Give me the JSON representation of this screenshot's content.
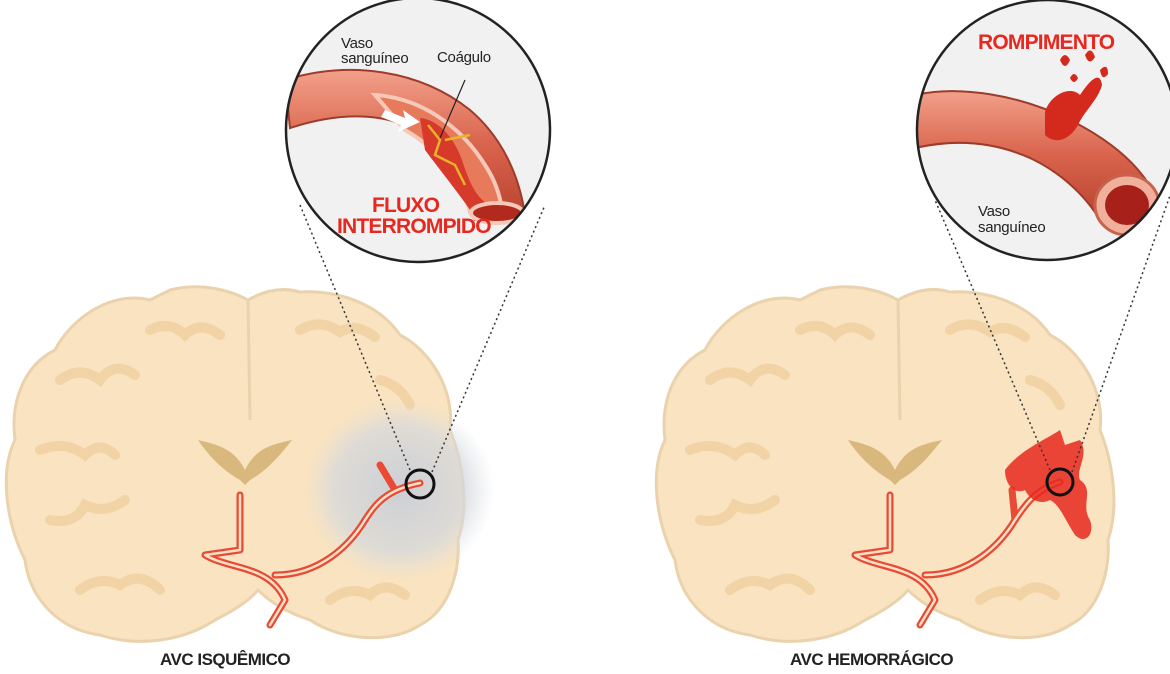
{
  "left": {
    "caption": "AVC ISQUÊMICO",
    "label_vessel_line1": "Vaso",
    "label_vessel_line2": "sanguíneo",
    "label_clot": "Coágulo",
    "label_flow_line1": "FLUXO",
    "label_flow_line2": "INTERROMPIDO"
  },
  "right": {
    "caption": "AVC HEMORRÁGICO",
    "label_rupture": "ROMPIMENTO",
    "label_vessel_line1": "Vaso",
    "label_vessel_line2": "sanguíneo"
  },
  "colors": {
    "brain_fill": "#f9e3c0",
    "brain_outline": "#ead2ad",
    "vessel": "#e84a33",
    "accent_red": "#e8281e",
    "ischemic_zone": "#cfd3da",
    "ventricles": "#d9b87d"
  }
}
